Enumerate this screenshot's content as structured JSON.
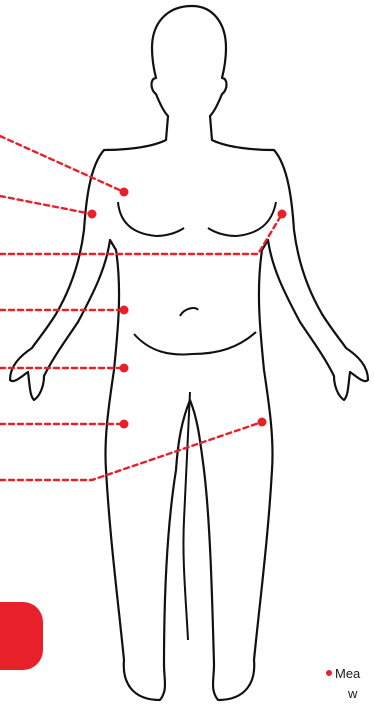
{
  "colors": {
    "accent": "#e8202a",
    "outline": "#111111"
  },
  "icons": [
    "human-body-outline",
    "measurement-point-marker"
  ],
  "footnote": {
    "line1": "Mea",
    "line2": "w"
  }
}
